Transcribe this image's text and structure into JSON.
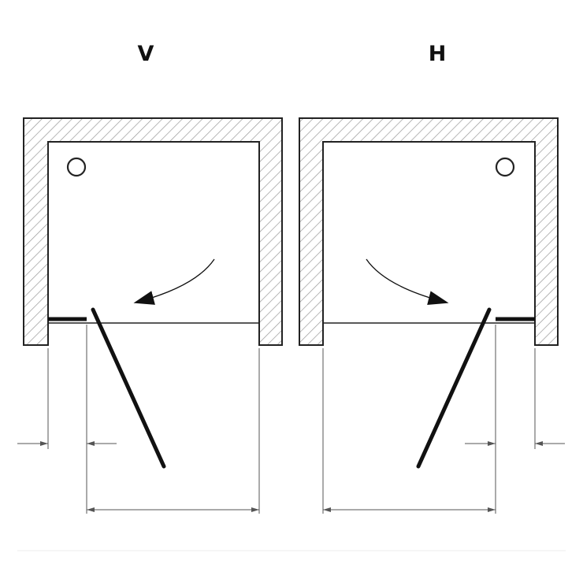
{
  "panels": [
    {
      "label": "V",
      "hinge_side": "left"
    },
    {
      "label": "H",
      "hinge_side": "right"
    }
  ],
  "colors": {
    "line": "#222222",
    "dimension": "#555555",
    "hatch": "#999999",
    "background": "#ffffff"
  }
}
